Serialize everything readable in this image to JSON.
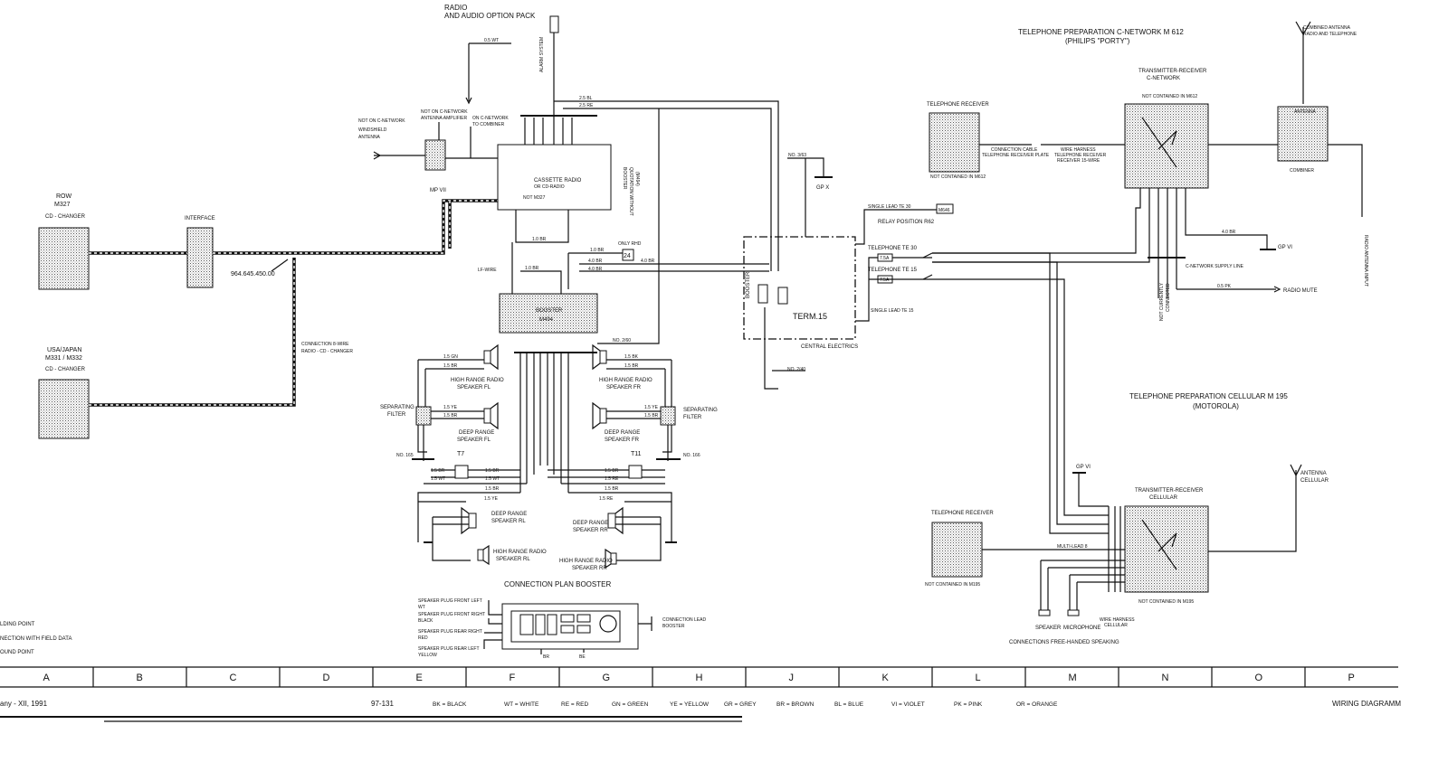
{
  "labels": {
    "radio_pack_1": "RADIO",
    "radio_pack_2": "AND AUDIO OPTION PACK",
    "row_1": "ROW",
    "row_2": "M327",
    "row_3": "CD - CHANGER",
    "interface": "INTERFACE",
    "usa_1": "USA/JAPAN",
    "usa_2": "M331 / M332",
    "usa_3": "CD - CHANGER",
    "part_number": "964.645.450.00",
    "connection_1": "CONNECTION 8-WIRE",
    "connection_2": "RADIO - CD - CHANGER",
    "ant_amp_1": "NOT ON C-NETWORK",
    "ant_amp_2": "ANTENNA AMPLIFIER",
    "windshield_1": "NOT ON C-NETWORK",
    "windshield_2": "WINDSHIELD",
    "windshield_3": "ANTENNA",
    "mp": "MP VII",
    "c_network_combiner_1": "ON C-NETWORK",
    "c_network_combiner_2": "TO COMBINER",
    "cassette_1": "CASSETTE RADIO",
    "cassette_2": "OR CD-RADIO",
    "not_m327": "NOT M327",
    "quotation_1": "(M494)",
    "quotation_2": "QUOTATION WITHOUT",
    "quotation_3": "BOOSTER",
    "alarm": "ALARM SYSTEM",
    "lf_wire": "LF-WIRE",
    "booster_1": "BOOSTER",
    "booster_2": "M494",
    "only_rhd": "ONLY RHD",
    "relay_24": "24",
    "hr_fl_1": "HIGH RANGE RADIO",
    "hr_fl_2": "SPEAKER FL",
    "hr_fr_1": "HIGH RANGE RADIO",
    "hr_fr_2": "SPEAKER FR",
    "sep_l_1": "SEPARATING",
    "sep_l_2": "FILTER",
    "sep_r_1": "SEPARATING",
    "sep_r_2": "FILTER",
    "dr_fl_1": "DEEP RANGE",
    "dr_fl_2": "SPEAKER FL",
    "dr_fr_1": "DEEP RANGE",
    "dr_fr_2": "SPEAKER FR",
    "t7": "T7",
    "t11": "T11",
    "dr_rl_1": "DEEP RANGE",
    "dr_rl_2": "SPEAKER RL",
    "dr_rr_1": "DEEP RANGE",
    "dr_rr_2": "SPEAKER RR",
    "hr_rl_1": "HIGH RANGE RADIO",
    "hr_rl_2": "SPEAKER RL",
    "hr_rr_1": "HIGH RANGE RADIO",
    "hr_rr_2": "SPEAKER RR",
    "conn_plan": "CONNECTION PLAN BOOSTER",
    "plug_fl_1": "SPEAKER PLUG FRONT LEFT",
    "plug_fl_2": "WT",
    "plug_fr_1": "SPEAKER PLUG FRONT RIGHT",
    "plug_fr_2": "BLACK",
    "plug_rr_1": "SPEAKER PLUG REAR RIGHT",
    "plug_rr_2": "RED",
    "plug_rl_1": "SPEAKER PLUG REAR LEFT",
    "plug_rl_2": "YELLOW",
    "conn_lead_1": "CONNECTION LEAD",
    "conn_lead_2": "BOOSTER",
    "plug_br": "BR",
    "plug_be": "BE",
    "no_165": "NO. 165",
    "no_166": "NO. 166",
    "no_2_40": "NO. 2/40",
    "no_2_60": "NO. 2/60",
    "no_3_63": "NO. 3/63",
    "gp_x": "GP X",
    "single_30": "SINGLE LEAD TE 30",
    "m646": "M646",
    "relay_pos": "RELAY POSITION R62",
    "tel_te30": "TELEPHONE TE 30",
    "tel_te15": "TELEPHONE TE 15",
    "fuse": "7.5A",
    "single_15": "SINGLE LEAD TE 15",
    "booster_vert": "BOOSTER",
    "term15": "TERM.15",
    "central": "CENTRAL ELECTRICS",
    "tel_c_1": "TELEPHONE PREPARATION C-NETWORK   M 612",
    "tel_c_2": "(PHILIPS \"PORTY\")",
    "combined_1": "COMBINED ANTENNA",
    "combined_2": "RADIO AND TELEPHONE",
    "trx_c_1": "TRANSMITTER-RECEIVER",
    "trx_c_2": "C-NETWORK",
    "not_m612": "NOT CONTAINED IN M612",
    "tel_recv_1": "TELEPHONE RECEIVER",
    "not_m612_recv": "NOT CONTAINED IN M612",
    "conn_cable_1": "CONNECTION CABLE",
    "conn_cable_2": "TELEPHONE RECEIVER PLATE",
    "wire_harness_1": "WIRE HARNESS",
    "wire_harness_2": "TELEPHONE RECEIVER",
    "wire_harness_3": "RECEIVER 15-WIRE",
    "antenna_lbl": "ANTENNA",
    "combiner": "COMBINER",
    "radio_ant_input": "RADIO ANTENNA INPUT",
    "gp_vi": "GP VI",
    "c_supply": "C-NETWORK SUPPLY LINE",
    "radio_mute": "RADIO MUTE",
    "not_connected_1": "NOT CURRENTLY",
    "not_connected_2": "CONNECTED",
    "tel_cell_1": "TELEPHONE PREPARATION CELLULAR  M 195",
    "tel_cell_2": "(MOTOROLA)",
    "trx_cell_1": "TRANSMITTER-RECEIVER",
    "trx_cell_2": "CELLULAR",
    "antenna_cell_1": "ANTENNA",
    "antenna_cell_2": "CELLULAR",
    "tel_recv_2": "TELEPHONE RECEIVER",
    "not_m195_recv": "NOT CONTAINED IN M195",
    "not_m195": "NOT CONTAINED IN M195",
    "multi_lead": "MULTI-LEAD 8",
    "gp_vi_2": "GP VI",
    "speaker": "SPEAKER",
    "microphone": "MICROPHONE",
    "wire_harness_cell_1": "WIRE HARNESS",
    "wire_harness_cell_2": "CELLULAR",
    "free_hand": "CONNECTIONS FREE-HANDED SPEAKING",
    "legend_1": "LDING POINT",
    "legend_2": "NECTION WITH FIELD DATA",
    "legend_3": "OUND POINT",
    "wire_65wt": "0.5 WT",
    "wire_25bl": "2.5 BL",
    "wire_25re": "2.5 RE",
    "wire_10br": "1.0 BR",
    "wire_40br": "4.0 BR",
    "wire_15bk": "1.5 BK",
    "wire_15gn": "1.5 GN",
    "wire_15br": "1.5 BR",
    "wire_15ye": "1.5 YE",
    "wire_15wt": "1.5 WT",
    "wire_15re": "1.5 RE",
    "wire_05pk": "0.5 PK"
  },
  "grid_columns": [
    "A",
    "B",
    "C",
    "D",
    "E",
    "F",
    "G",
    "H",
    "J",
    "K",
    "L",
    "M",
    "N",
    "O",
    "P"
  ],
  "footer": {
    "date": "any - XII, 1991",
    "page": "97-131",
    "legend": [
      "BK = BLACK",
      "WT = WHITE",
      "RE = RED",
      "GN = GREEN",
      "YE = YELLOW",
      "GR = GREY",
      "BR = BROWN",
      "BL = BLUE",
      "VI = VIOLET",
      "PK = PINK",
      "OR = ORANGE"
    ],
    "title": "WIRING DIAGRAMM"
  }
}
